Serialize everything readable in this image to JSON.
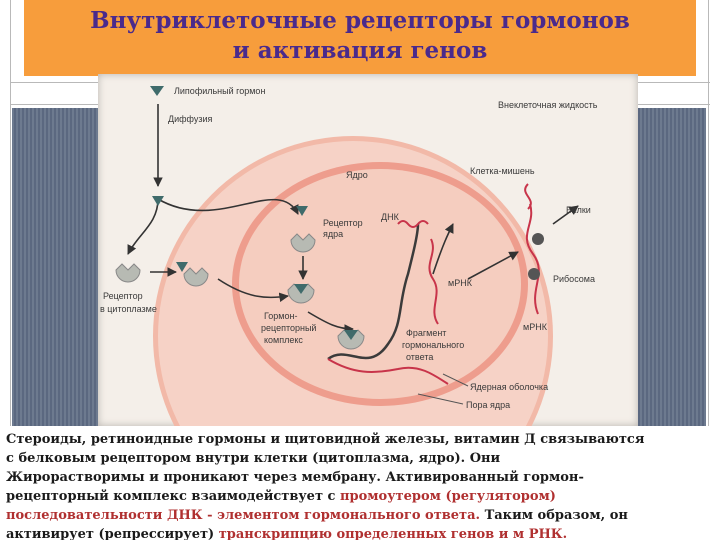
{
  "title": {
    "line1": "Внутриклеточные рецепторы гормонов",
    "line2": "и активация генов"
  },
  "diagram": {
    "labels": {
      "lipophilic_hormone": "Липофильный гормон",
      "diffusion": "Диффузия",
      "extracellular_fluid": "Внеклеточная жидкость",
      "nucleus": "Ядро",
      "target_cell": "Клетка-мишень",
      "dna": "ДНК",
      "nuclear_receptor_1": "Рецептор",
      "nuclear_receptor_2": "ядра",
      "proteins": "Белки",
      "cyto_receptor_1": "Рецептор",
      "cyto_receptor_2": "в цитоплазме",
      "mrna_nucleus": "мРНК",
      "ribosome": "Рибосома",
      "complex_1": "Гормон-",
      "complex_2": "рецепторный",
      "complex_3": "комплекс",
      "fragment_1": "Фрагмент",
      "fragment_2": "гормонального",
      "fragment_3": "ответа",
      "mrna_cyto": "мРНК",
      "nuclear_envelope": "Ядерная оболочка",
      "nuclear_pore": "Пора ядра"
    },
    "colors": {
      "cell": "#f2b9a8",
      "nucleus": "#f4c6b8",
      "arrow": "#333333",
      "hormone": "#3f6b6b",
      "receptor": "#b7bab3",
      "rna": "#c8344a"
    }
  },
  "caption": {
    "l1": "Стероиды, ретиноидные гормоны и щитовидной железы, витамин Д связываются",
    "l2": "с белковым рецептором внутри клетки (цитоплазма, ядро). Они",
    "l3": "Жирорастворимы и проникают через мембрану. Активированный гормон-",
    "l4a": "рецепторный комплекс взаимодействует с ",
    "l4b": "промоутером (регулятором)",
    "l5a": "последовательности ДНК - элементом гормонального ответа.",
    "l5b": " Таким образом,  он",
    "l6a": "активирует (репрессирует) ",
    "l6b": "транскрипцию определенных генов и м РНК."
  }
}
